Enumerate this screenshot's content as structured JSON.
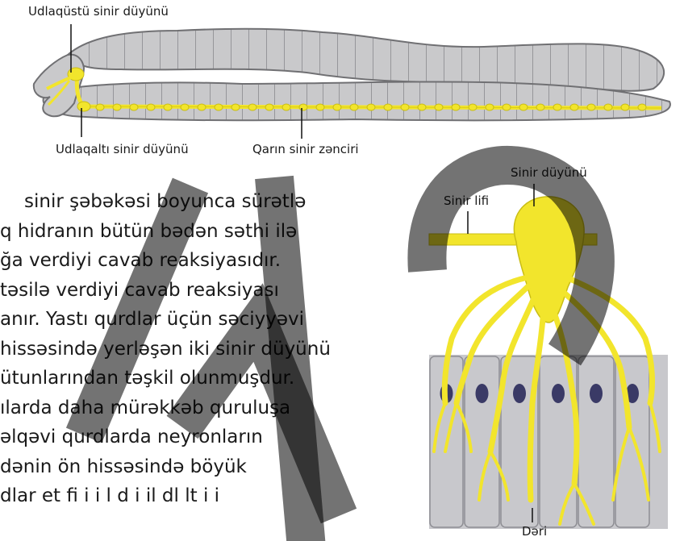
{
  "worm_diagram": {
    "labels": {
      "supra": "Udlaqüstü sinir düyünü",
      "sub": "Udlaqaltı sinir düyünü",
      "ventral": "Qarın sinir zənciri"
    }
  },
  "hydra_diagram": {
    "labels": {
      "ganglion": "Sinir düyünü",
      "fiber": "Sinir lifi",
      "skin": "Dəri"
    }
  },
  "text": {
    "lines": [
      "sinir şəbəkəsi boyunca sürətlə",
      "q hidranın bütün bədən səthi ilə",
      "ğa verdiyi cavab reaksiyasıdır.",
      "təsilə verdiyi cavab reaksiyası",
      "anır. Yastı qurdlar üçün səciyyəvi",
      "hissəsində yerləşən iki sinir düyünü",
      "ütunlarından təşkil olunmuşdur.",
      "ılarda daha mürəkkəb quruluşa",
      "əlqəvi qurdlarda neyronların",
      "dənin ön hissəsində böyük",
      "dlar et fi i i l d i il dl lt i i"
    ]
  },
  "colors": {
    "nerve": "#f2e52c",
    "body": "#c9c9cb",
    "watermark": "#000000"
  }
}
